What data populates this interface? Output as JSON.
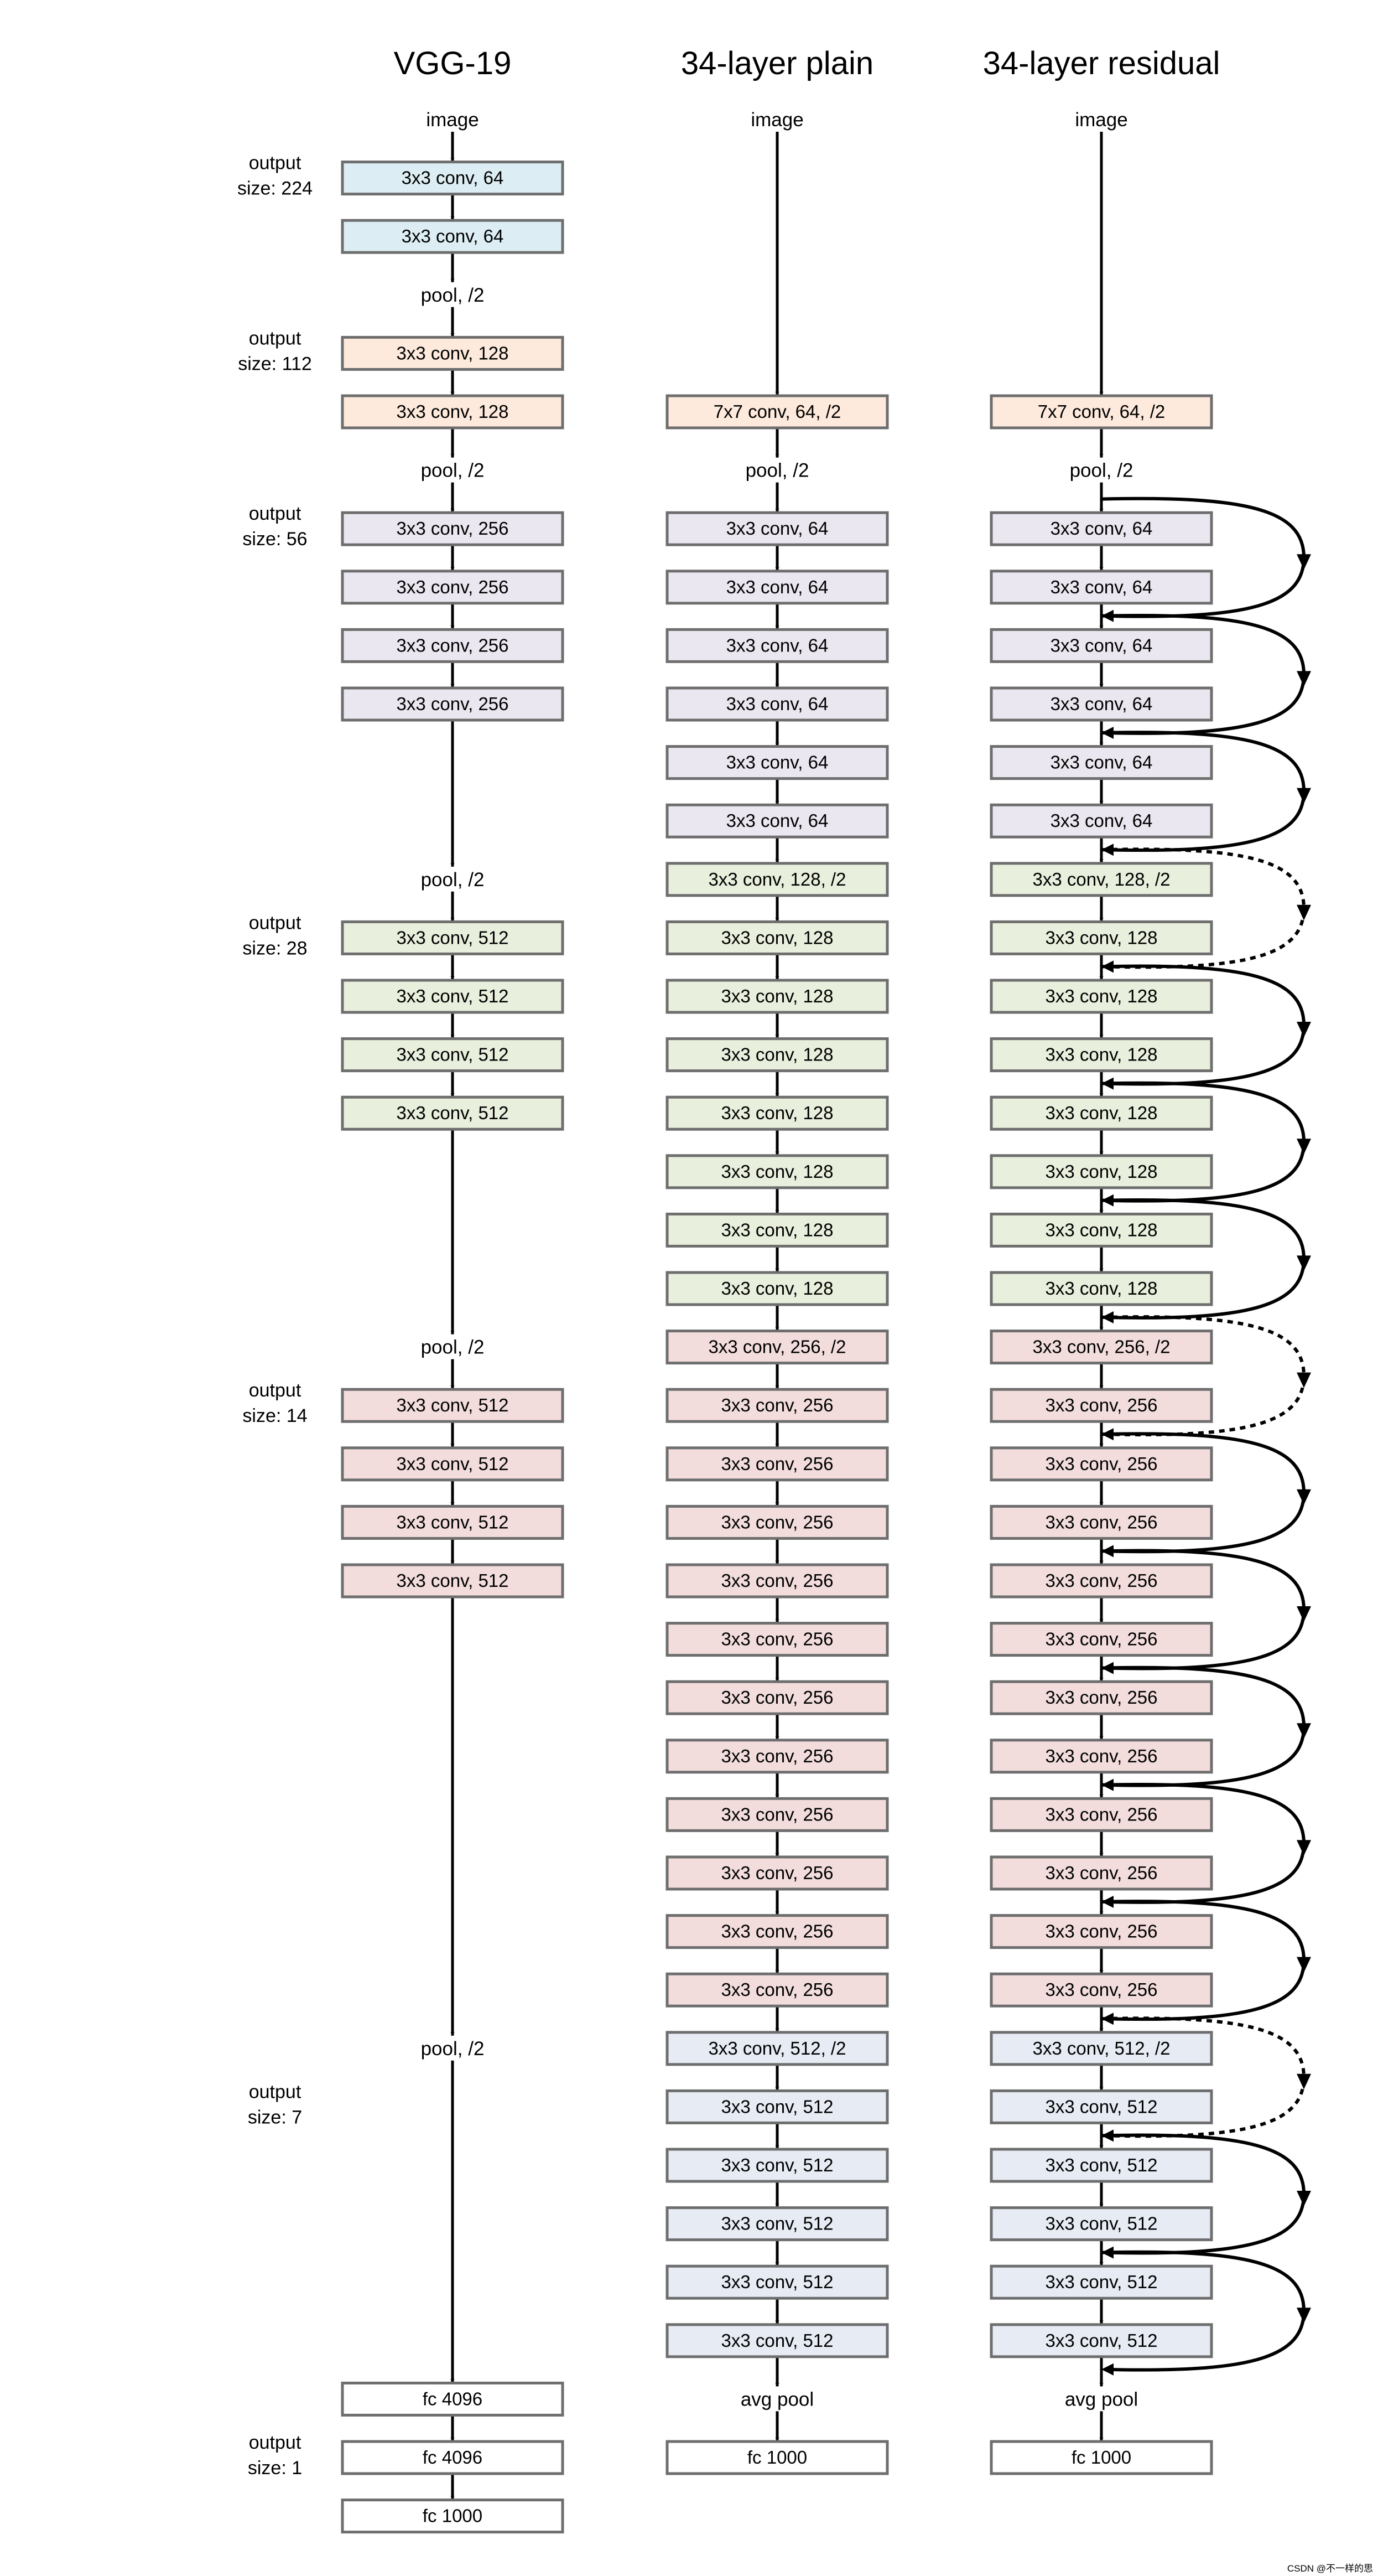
{
  "colors": {
    "blue": "#dceef4",
    "peach": "#fdeadc",
    "lavender": "#ebe7f0",
    "green": "#e8efdc",
    "pink": "#f2dcdc",
    "paleblue": "#e6ebf4",
    "white": "#ffffff",
    "border": "#6e6e6e",
    "ink": "#000000"
  },
  "columns": [
    {
      "title": "VGG-19",
      "rows": [
        {
          "r": 0,
          "type": "text",
          "label": "image"
        },
        {
          "r": 1,
          "type": "box",
          "label": "3x3 conv, 64",
          "color": "blue"
        },
        {
          "r": 2,
          "type": "box",
          "label": "3x3 conv, 64",
          "color": "blue"
        },
        {
          "r": 3,
          "type": "text",
          "label": "pool, /2"
        },
        {
          "r": 4,
          "type": "box",
          "label": "3x3 conv, 128",
          "color": "peach"
        },
        {
          "r": 5,
          "type": "box",
          "label": "3x3 conv, 128",
          "color": "peach"
        },
        {
          "r": 6,
          "type": "text",
          "label": "pool, /2"
        },
        {
          "r": 7,
          "type": "box",
          "label": "3x3 conv, 256",
          "color": "lavender"
        },
        {
          "r": 8,
          "type": "box",
          "label": "3x3 conv, 256",
          "color": "lavender"
        },
        {
          "r": 9,
          "type": "box",
          "label": "3x3 conv, 256",
          "color": "lavender"
        },
        {
          "r": 10,
          "type": "box",
          "label": "3x3 conv, 256",
          "color": "lavender"
        },
        {
          "r": 13,
          "type": "text",
          "label": "pool, /2"
        },
        {
          "r": 14,
          "type": "box",
          "label": "3x3 conv, 512",
          "color": "green"
        },
        {
          "r": 15,
          "type": "box",
          "label": "3x3 conv, 512",
          "color": "green"
        },
        {
          "r": 16,
          "type": "box",
          "label": "3x3 conv, 512",
          "color": "green"
        },
        {
          "r": 17,
          "type": "box",
          "label": "3x3 conv, 512",
          "color": "green"
        },
        {
          "r": 21,
          "type": "text",
          "label": "pool, /2"
        },
        {
          "r": 22,
          "type": "box",
          "label": "3x3 conv, 512",
          "color": "pink"
        },
        {
          "r": 23,
          "type": "box",
          "label": "3x3 conv, 512",
          "color": "pink"
        },
        {
          "r": 24,
          "type": "box",
          "label": "3x3 conv, 512",
          "color": "pink"
        },
        {
          "r": 25,
          "type": "box",
          "label": "3x3 conv, 512",
          "color": "pink"
        },
        {
          "r": 33,
          "type": "text",
          "label": "pool, /2"
        },
        {
          "r": 39,
          "type": "box",
          "label": "fc 4096",
          "color": "white"
        },
        {
          "r": 40,
          "type": "box",
          "label": "fc 4096",
          "color": "white"
        },
        {
          "r": 41,
          "type": "box",
          "label": "fc 1000",
          "color": "white"
        }
      ]
    },
    {
      "title": "34-layer plain",
      "rows": [
        {
          "r": 0,
          "type": "text",
          "label": "image"
        },
        {
          "r": 5,
          "type": "box",
          "label": "7x7 conv, 64, /2",
          "color": "peach"
        },
        {
          "r": 6,
          "type": "text",
          "label": "pool, /2"
        },
        {
          "r": 7,
          "type": "box",
          "label": "3x3 conv, 64",
          "color": "lavender"
        },
        {
          "r": 8,
          "type": "box",
          "label": "3x3 conv, 64",
          "color": "lavender"
        },
        {
          "r": 9,
          "type": "box",
          "label": "3x3 conv, 64",
          "color": "lavender"
        },
        {
          "r": 10,
          "type": "box",
          "label": "3x3 conv, 64",
          "color": "lavender"
        },
        {
          "r": 11,
          "type": "box",
          "label": "3x3 conv, 64",
          "color": "lavender"
        },
        {
          "r": 12,
          "type": "box",
          "label": "3x3 conv, 64",
          "color": "lavender"
        },
        {
          "r": 13,
          "type": "box",
          "label": "3x3 conv, 128, /2",
          "color": "green"
        },
        {
          "r": 14,
          "type": "box",
          "label": "3x3 conv, 128",
          "color": "green"
        },
        {
          "r": 15,
          "type": "box",
          "label": "3x3 conv, 128",
          "color": "green"
        },
        {
          "r": 16,
          "type": "box",
          "label": "3x3 conv, 128",
          "color": "green"
        },
        {
          "r": 17,
          "type": "box",
          "label": "3x3 conv, 128",
          "color": "green"
        },
        {
          "r": 18,
          "type": "box",
          "label": "3x3 conv, 128",
          "color": "green"
        },
        {
          "r": 19,
          "type": "box",
          "label": "3x3 conv, 128",
          "color": "green"
        },
        {
          "r": 20,
          "type": "box",
          "label": "3x3 conv, 128",
          "color": "green"
        },
        {
          "r": 21,
          "type": "box",
          "label": "3x3 conv, 256, /2",
          "color": "pink"
        },
        {
          "r": 22,
          "type": "box",
          "label": "3x3 conv, 256",
          "color": "pink"
        },
        {
          "r": 23,
          "type": "box",
          "label": "3x3 conv, 256",
          "color": "pink"
        },
        {
          "r": 24,
          "type": "box",
          "label": "3x3 conv, 256",
          "color": "pink"
        },
        {
          "r": 25,
          "type": "box",
          "label": "3x3 conv, 256",
          "color": "pink"
        },
        {
          "r": 26,
          "type": "box",
          "label": "3x3 conv, 256",
          "color": "pink"
        },
        {
          "r": 27,
          "type": "box",
          "label": "3x3 conv, 256",
          "color": "pink"
        },
        {
          "r": 28,
          "type": "box",
          "label": "3x3 conv, 256",
          "color": "pink"
        },
        {
          "r": 29,
          "type": "box",
          "label": "3x3 conv, 256",
          "color": "pink"
        },
        {
          "r": 30,
          "type": "box",
          "label": "3x3 conv, 256",
          "color": "pink"
        },
        {
          "r": 31,
          "type": "box",
          "label": "3x3 conv, 256",
          "color": "pink"
        },
        {
          "r": 32,
          "type": "box",
          "label": "3x3 conv, 256",
          "color": "pink"
        },
        {
          "r": 33,
          "type": "box",
          "label": "3x3 conv, 512, /2",
          "color": "paleblue"
        },
        {
          "r": 34,
          "type": "box",
          "label": "3x3 conv, 512",
          "color": "paleblue"
        },
        {
          "r": 35,
          "type": "box",
          "label": "3x3 conv, 512",
          "color": "paleblue"
        },
        {
          "r": 36,
          "type": "box",
          "label": "3x3 conv, 512",
          "color": "paleblue"
        },
        {
          "r": 37,
          "type": "box",
          "label": "3x3 conv, 512",
          "color": "paleblue"
        },
        {
          "r": 38,
          "type": "box",
          "label": "3x3 conv, 512",
          "color": "paleblue"
        },
        {
          "r": 39,
          "type": "text",
          "label": "avg pool"
        },
        {
          "r": 40,
          "type": "box",
          "label": "fc 1000",
          "color": "white"
        }
      ]
    },
    {
      "title": "34-layer residual",
      "rows": [
        {
          "r": 0,
          "type": "text",
          "label": "image"
        },
        {
          "r": 5,
          "type": "box",
          "label": "7x7 conv, 64, /2",
          "color": "peach"
        },
        {
          "r": 6,
          "type": "text",
          "label": "pool, /2"
        },
        {
          "r": 7,
          "type": "box",
          "label": "3x3 conv, 64",
          "color": "lavender"
        },
        {
          "r": 8,
          "type": "box",
          "label": "3x3 conv, 64",
          "color": "lavender"
        },
        {
          "r": 9,
          "type": "box",
          "label": "3x3 conv, 64",
          "color": "lavender"
        },
        {
          "r": 10,
          "type": "box",
          "label": "3x3 conv, 64",
          "color": "lavender"
        },
        {
          "r": 11,
          "type": "box",
          "label": "3x3 conv, 64",
          "color": "lavender"
        },
        {
          "r": 12,
          "type": "box",
          "label": "3x3 conv, 64",
          "color": "lavender"
        },
        {
          "r": 13,
          "type": "box",
          "label": "3x3 conv, 128, /2",
          "color": "green"
        },
        {
          "r": 14,
          "type": "box",
          "label": "3x3 conv, 128",
          "color": "green"
        },
        {
          "r": 15,
          "type": "box",
          "label": "3x3 conv, 128",
          "color": "green"
        },
        {
          "r": 16,
          "type": "box",
          "label": "3x3 conv, 128",
          "color": "green"
        },
        {
          "r": 17,
          "type": "box",
          "label": "3x3 conv, 128",
          "color": "green"
        },
        {
          "r": 18,
          "type": "box",
          "label": "3x3 conv, 128",
          "color": "green"
        },
        {
          "r": 19,
          "type": "box",
          "label": "3x3 conv, 128",
          "color": "green"
        },
        {
          "r": 20,
          "type": "box",
          "label": "3x3 conv, 128",
          "color": "green"
        },
        {
          "r": 21,
          "type": "box",
          "label": "3x3 conv, 256, /2",
          "color": "pink"
        },
        {
          "r": 22,
          "type": "box",
          "label": "3x3 conv, 256",
          "color": "pink"
        },
        {
          "r": 23,
          "type": "box",
          "label": "3x3 conv, 256",
          "color": "pink"
        },
        {
          "r": 24,
          "type": "box",
          "label": "3x3 conv, 256",
          "color": "pink"
        },
        {
          "r": 25,
          "type": "box",
          "label": "3x3 conv, 256",
          "color": "pink"
        },
        {
          "r": 26,
          "type": "box",
          "label": "3x3 conv, 256",
          "color": "pink"
        },
        {
          "r": 27,
          "type": "box",
          "label": "3x3 conv, 256",
          "color": "pink"
        },
        {
          "r": 28,
          "type": "box",
          "label": "3x3 conv, 256",
          "color": "pink"
        },
        {
          "r": 29,
          "type": "box",
          "label": "3x3 conv, 256",
          "color": "pink"
        },
        {
          "r": 30,
          "type": "box",
          "label": "3x3 conv, 256",
          "color": "pink"
        },
        {
          "r": 31,
          "type": "box",
          "label": "3x3 conv, 256",
          "color": "pink"
        },
        {
          "r": 32,
          "type": "box",
          "label": "3x3 conv, 256",
          "color": "pink"
        },
        {
          "r": 33,
          "type": "box",
          "label": "3x3 conv, 512, /2",
          "color": "paleblue"
        },
        {
          "r": 34,
          "type": "box",
          "label": "3x3 conv, 512",
          "color": "paleblue"
        },
        {
          "r": 35,
          "type": "box",
          "label": "3x3 conv, 512",
          "color": "paleblue"
        },
        {
          "r": 36,
          "type": "box",
          "label": "3x3 conv, 512",
          "color": "paleblue"
        },
        {
          "r": 37,
          "type": "box",
          "label": "3x3 conv, 512",
          "color": "paleblue"
        },
        {
          "r": 38,
          "type": "box",
          "label": "3x3 conv, 512",
          "color": "paleblue"
        },
        {
          "r": 39,
          "type": "text",
          "label": "avg pool"
        },
        {
          "r": 40,
          "type": "box",
          "label": "fc 1000",
          "color": "white"
        }
      ],
      "shortcuts": [
        {
          "from": 6,
          "to": 8,
          "style": "solid"
        },
        {
          "from": 8,
          "to": 10,
          "style": "solid"
        },
        {
          "from": 10,
          "to": 12,
          "style": "solid"
        },
        {
          "from": 12,
          "to": 14,
          "style": "dashed"
        },
        {
          "from": 14,
          "to": 16,
          "style": "solid"
        },
        {
          "from": 16,
          "to": 18,
          "style": "solid"
        },
        {
          "from": 18,
          "to": 20,
          "style": "solid"
        },
        {
          "from": 20,
          "to": 22,
          "style": "dashed"
        },
        {
          "from": 22,
          "to": 24,
          "style": "solid"
        },
        {
          "from": 24,
          "to": 26,
          "style": "solid"
        },
        {
          "from": 26,
          "to": 28,
          "style": "solid"
        },
        {
          "from": 28,
          "to": 30,
          "style": "solid"
        },
        {
          "from": 30,
          "to": 32,
          "style": "solid"
        },
        {
          "from": 32,
          "to": 34,
          "style": "dashed"
        },
        {
          "from": 34,
          "to": 36,
          "style": "solid"
        },
        {
          "from": 36,
          "to": 38,
          "style": "solid"
        }
      ]
    }
  ],
  "output_size_labels": [
    {
      "r": 1,
      "line1": "output",
      "line2": "size: 224"
    },
    {
      "r": 4,
      "line1": "output",
      "line2": "size: 112"
    },
    {
      "r": 7,
      "line1": "output",
      "line2": "size: 56"
    },
    {
      "r": 14,
      "line1": "output",
      "line2": "size: 28"
    },
    {
      "r": 22,
      "line1": "output",
      "line2": "size: 14"
    },
    {
      "r": 34,
      "line1": "output",
      "line2": "size: 7"
    },
    {
      "r": 40,
      "line1": "output",
      "line2": "size: 1"
    }
  ],
  "watermark": "CSDN @不一样的思"
}
